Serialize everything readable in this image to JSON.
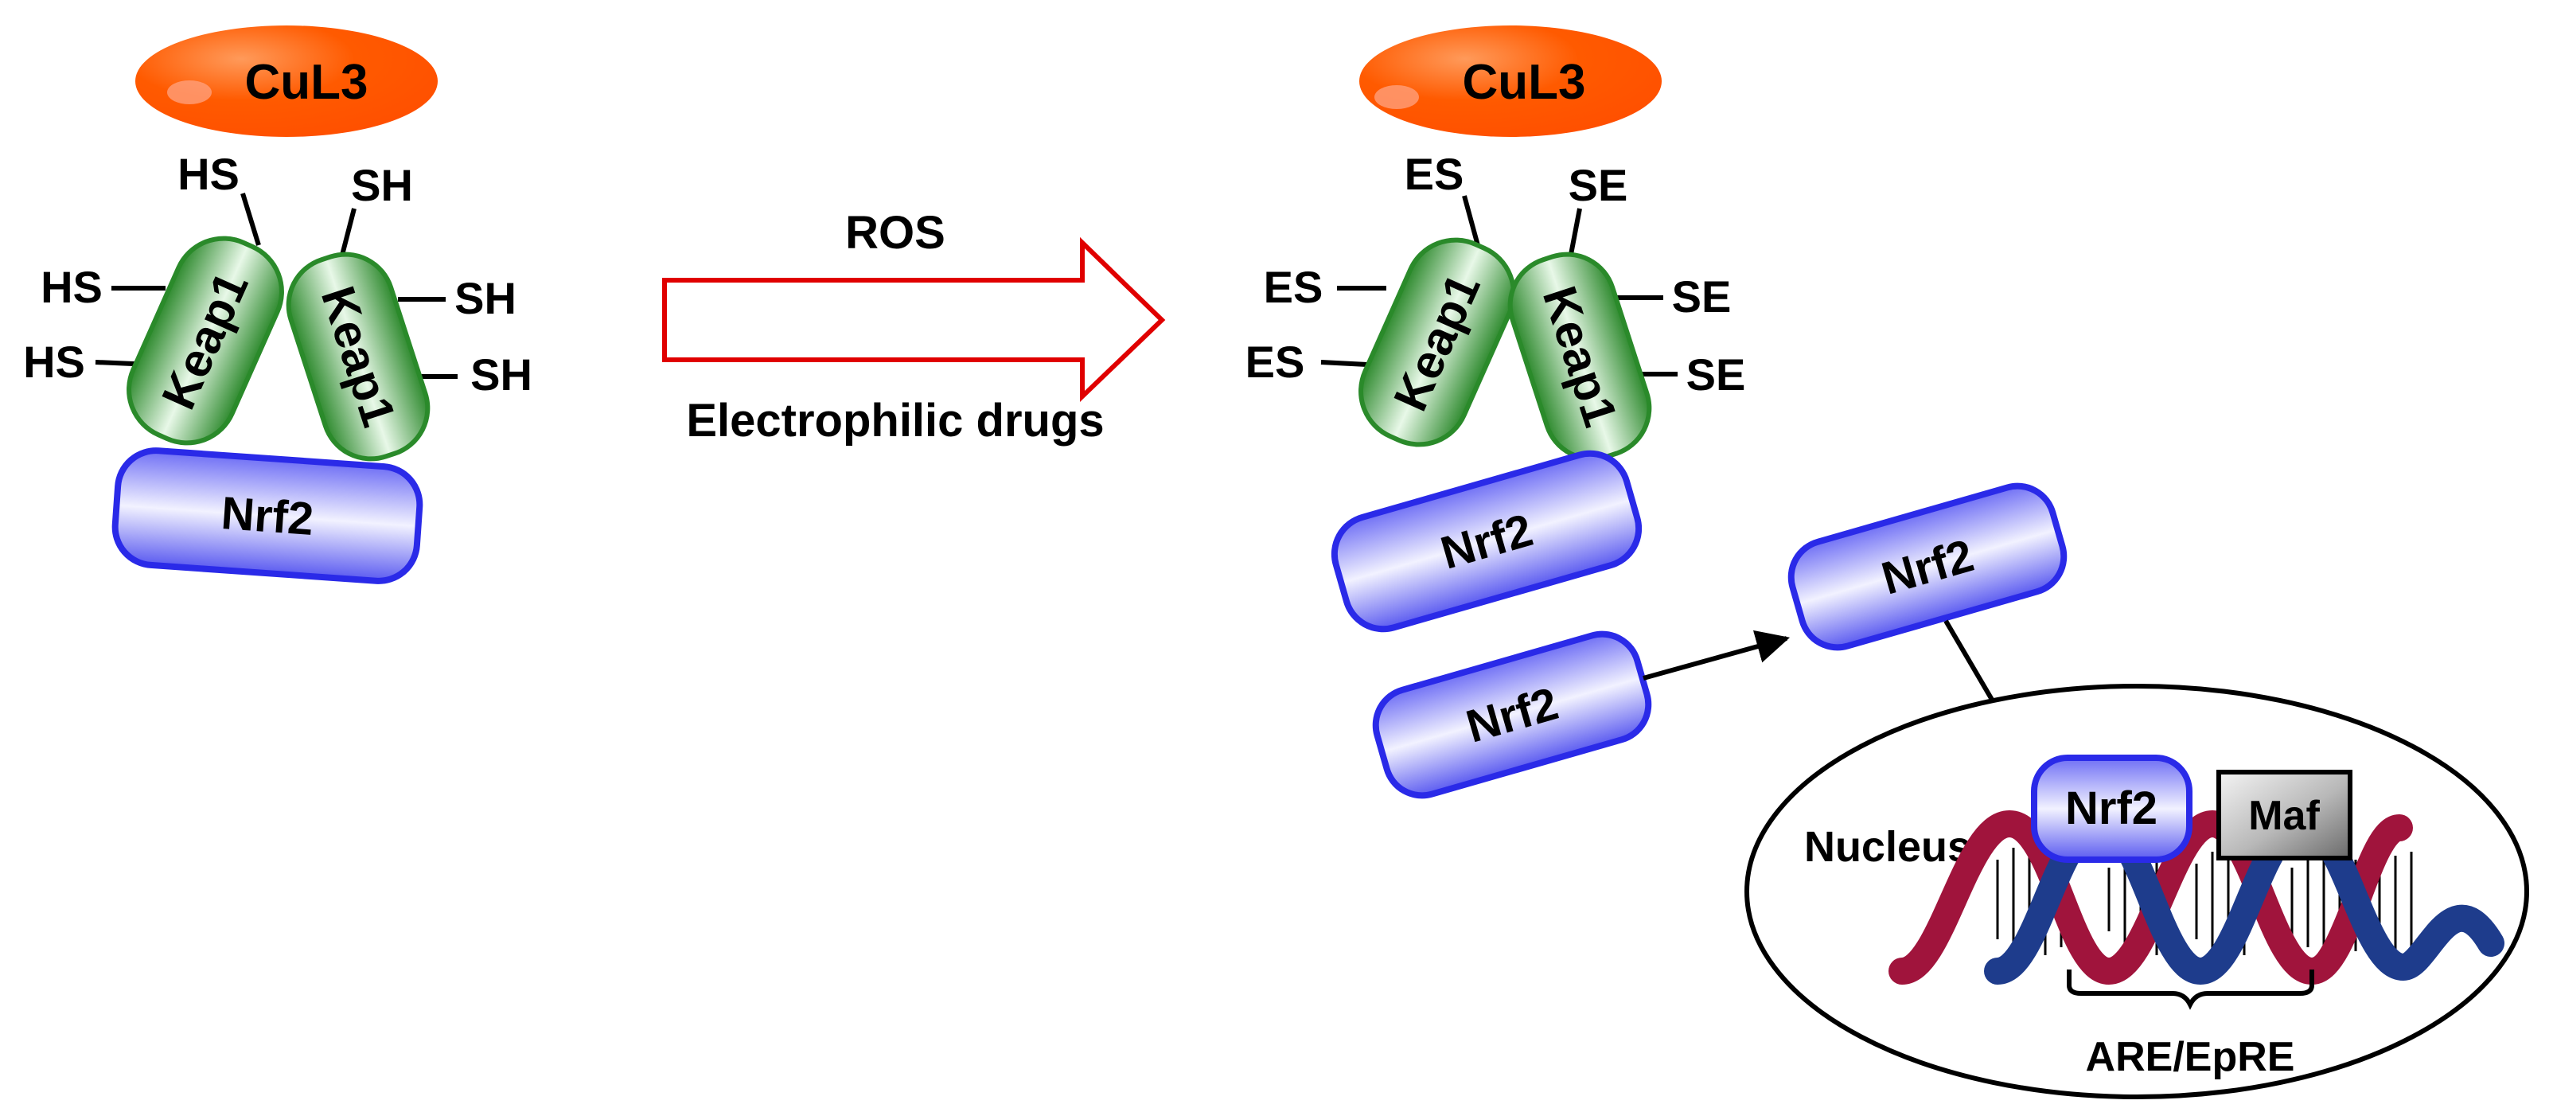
{
  "left_complex": {
    "cul3": "CuL3",
    "keap1_a": "Keap1",
    "keap1_b": "Keap1",
    "nrf2": "Nrf2",
    "thiols_left": [
      "HS",
      "HS",
      "HS"
    ],
    "thiols_right": [
      "SH",
      "SH",
      "SH"
    ]
  },
  "transition": {
    "top_label": "ROS",
    "bottom_label": "Electrophilic drugs"
  },
  "right_complex": {
    "cul3": "CuL3",
    "keap1_a": "Keap1",
    "keap1_b": "Keap1",
    "nrf2_bound": "Nrf2",
    "adducts_left": [
      "ES",
      "ES",
      "ES"
    ],
    "adducts_right": [
      "SE",
      "SE",
      "SE"
    ]
  },
  "release": {
    "nrf2_free": "Nrf2",
    "nrf2_translocating": "Nrf2"
  },
  "nucleus": {
    "label": "Nucleus",
    "nrf2": "Nrf2",
    "maf": "Maf",
    "element": "ARE/EpRE"
  },
  "colors": {
    "cul3": "#ff5500",
    "keap1": "#2f9a2f",
    "nrf2": "#3a3af0",
    "arrow": "#e00000",
    "dna_red": "#a0143c",
    "dna_blue": "#1e3c8c"
  }
}
